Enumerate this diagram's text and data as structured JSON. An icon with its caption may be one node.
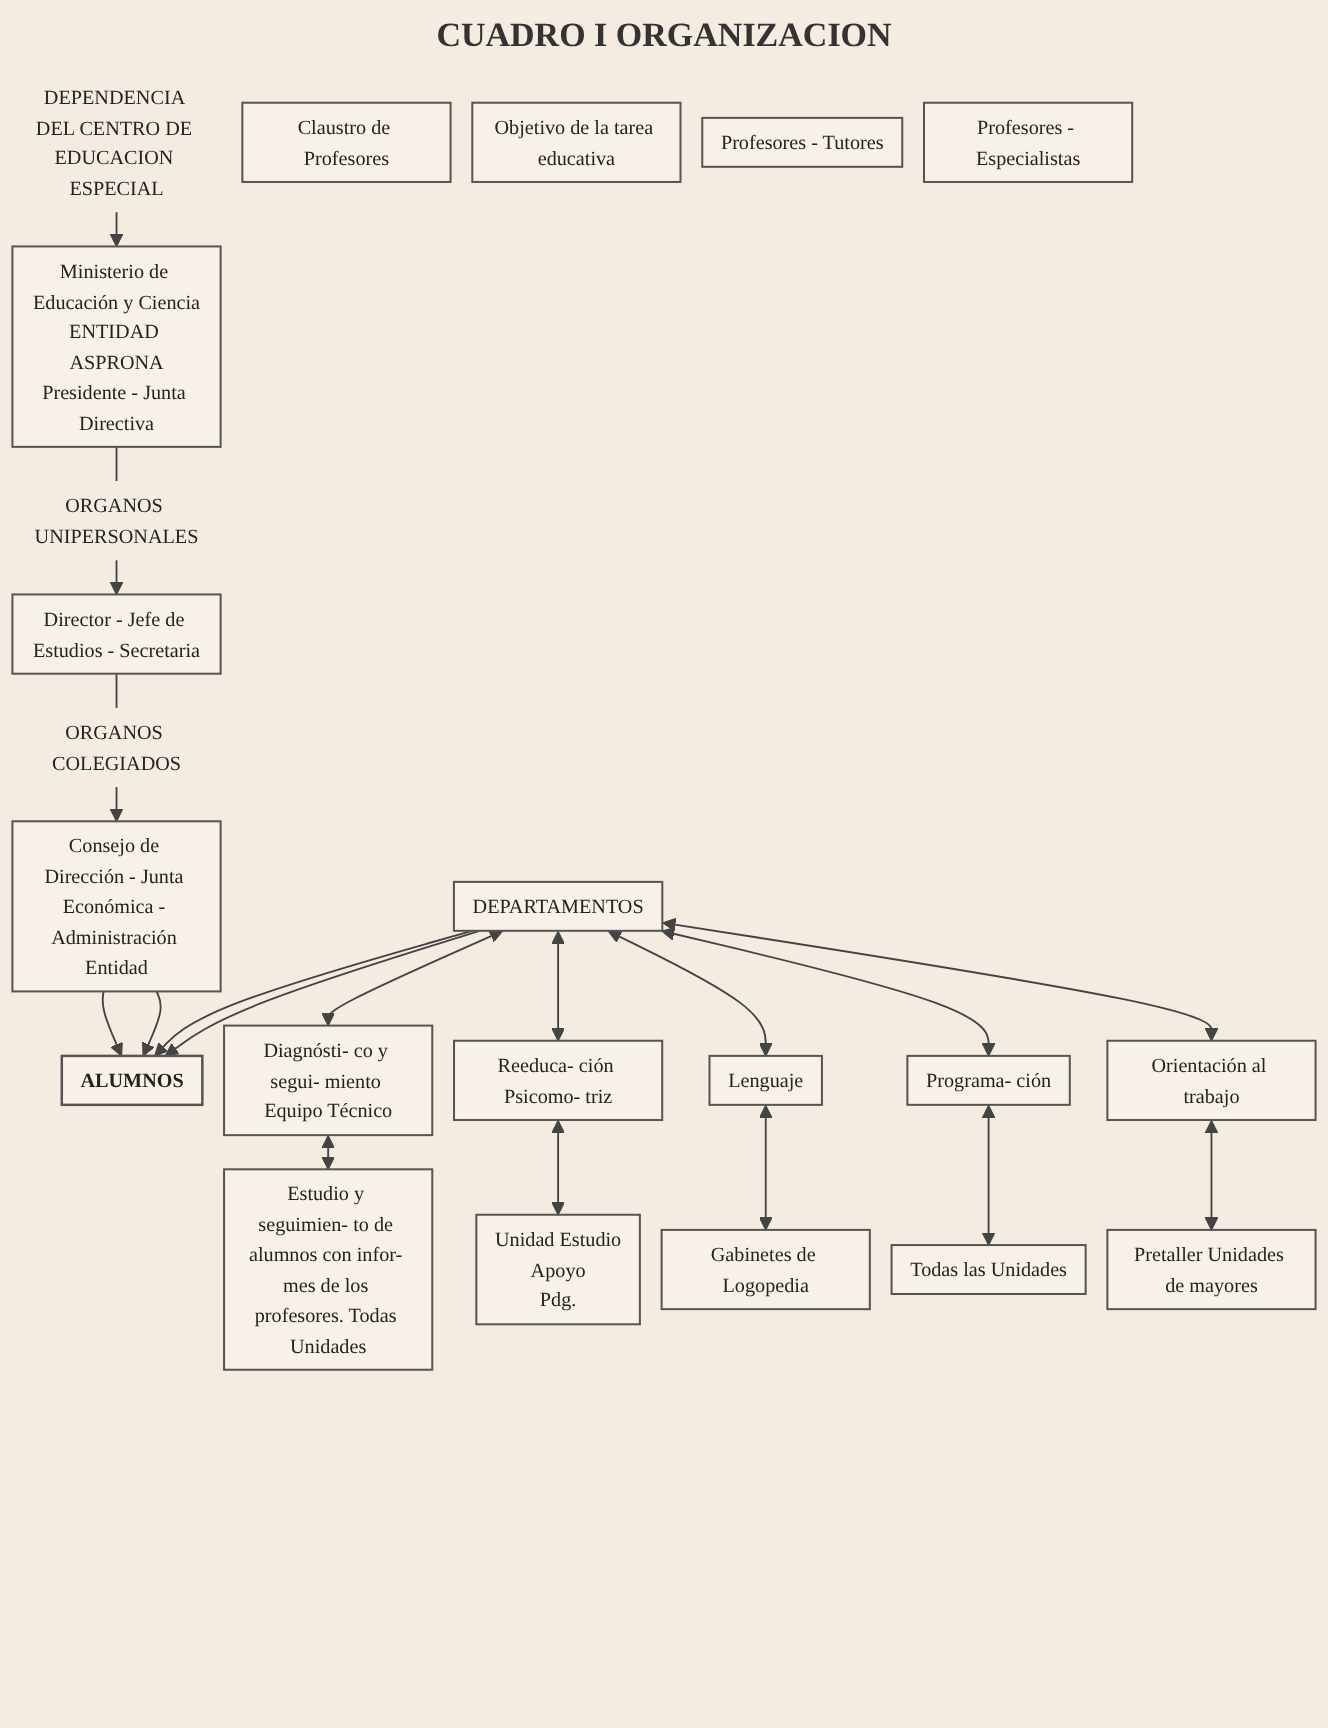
{
  "diagram": {
    "title": "CUADRO I ORGANIZACION",
    "nodes": [
      {
        "text": [
          "DEPENDENCIA DEL CENTRO DE EDUCACION ESPECIAL"
        ]
      },
      {
        "text": [
          "Ministerio de Educación y Ciencia",
          "ENTIDAD ASPRONA",
          "Presidente - Junta Directiva"
        ]
      },
      {
        "text": [
          "ORGANOS UNIPERSONALES"
        ]
      },
      {
        "text": [
          "Director - Jefe de Estudios - Secretaria"
        ]
      },
      {
        "text": [
          "ORGANOS COLEGIADOS"
        ]
      },
      {
        "text": [
          "Consejo de Dirección - Junta Económica - Administración Entidad"
        ]
      },
      {
        "text": [
          "Claustro de Profesores"
        ]
      },
      {
        "text": [
          "Objetivo de la tarea educativa"
        ]
      },
      {
        "text": [
          "ALUMNOS"
        ]
      },
      {
        "text": [
          "Profesores - Tutores"
        ]
      },
      {
        "text": [
          "Profesores - Especialistas"
        ]
      },
      {
        "text": [
          "DEPARTAMENTOS"
        ]
      },
      {
        "text": [
          "Diagnósti- co y segui- miento Equipo Técnico"
        ]
      },
      {
        "text": [
          "Reeduca- ción Psicomo- triz"
        ]
      },
      {
        "text": [
          "Lenguaje"
        ]
      },
      {
        "text": [
          "Programa- ción"
        ]
      },
      {
        "text": [
          "Orientación al trabajo"
        ]
      },
      {
        "text": [
          "Estudio y seguimien- to de alumnos con infor- mes de los profesores. Todas Unidades"
        ]
      },
      {
        "text": [
          "Unidad Estudio",
          "Apoyo",
          "Pdg."
        ]
      },
      {
        "text": [
          "Gabinetes de Logopedia"
        ]
      },
      {
        "text": [
          "Todas las Unidades"
        ]
      },
      {
        "text": [
          "Pretaller Unidades de mayores"
        ]
      }
    ],
    "edges": [
      {
        "from": 0,
        "to": 1,
        "arrow": "to"
      },
      {
        "from": 1,
        "to": 2,
        "arrow": "none"
      },
      {
        "from": 2,
        "to": 3,
        "arrow": "to"
      },
      {
        "from": 3,
        "to": 4,
        "arrow": "none"
      },
      {
        "from": 4,
        "to": 5,
        "arrow": "to"
      },
      {
        "from": 5,
        "to": 8,
        "arrow": "to"
      },
      {
        "from": 5,
        "to": 8,
        "arrow": "to"
      },
      {
        "from": 11,
        "to": 8,
        "arrow": "to"
      },
      {
        "from": 11,
        "to": 8,
        "arrow": "to"
      },
      {
        "from": 11,
        "to": 12,
        "arrow": "both"
      },
      {
        "from": 11,
        "to": 13,
        "arrow": "both"
      },
      {
        "from": 11,
        "to": 14,
        "arrow": "both"
      },
      {
        "from": 11,
        "to": 15,
        "arrow": "both"
      },
      {
        "from": 11,
        "to": 16,
        "arrow": "both"
      },
      {
        "from": 12,
        "to": 17,
        "arrow": "both"
      },
      {
        "from": 13,
        "to": 18,
        "arrow": "both"
      },
      {
        "from": 14,
        "to": 19,
        "arrow": "both"
      },
      {
        "from": 15,
        "to": 20,
        "arrow": "both"
      },
      {
        "from": 16,
        "to": 21,
        "arrow": "both"
      }
    ]
  }
}
